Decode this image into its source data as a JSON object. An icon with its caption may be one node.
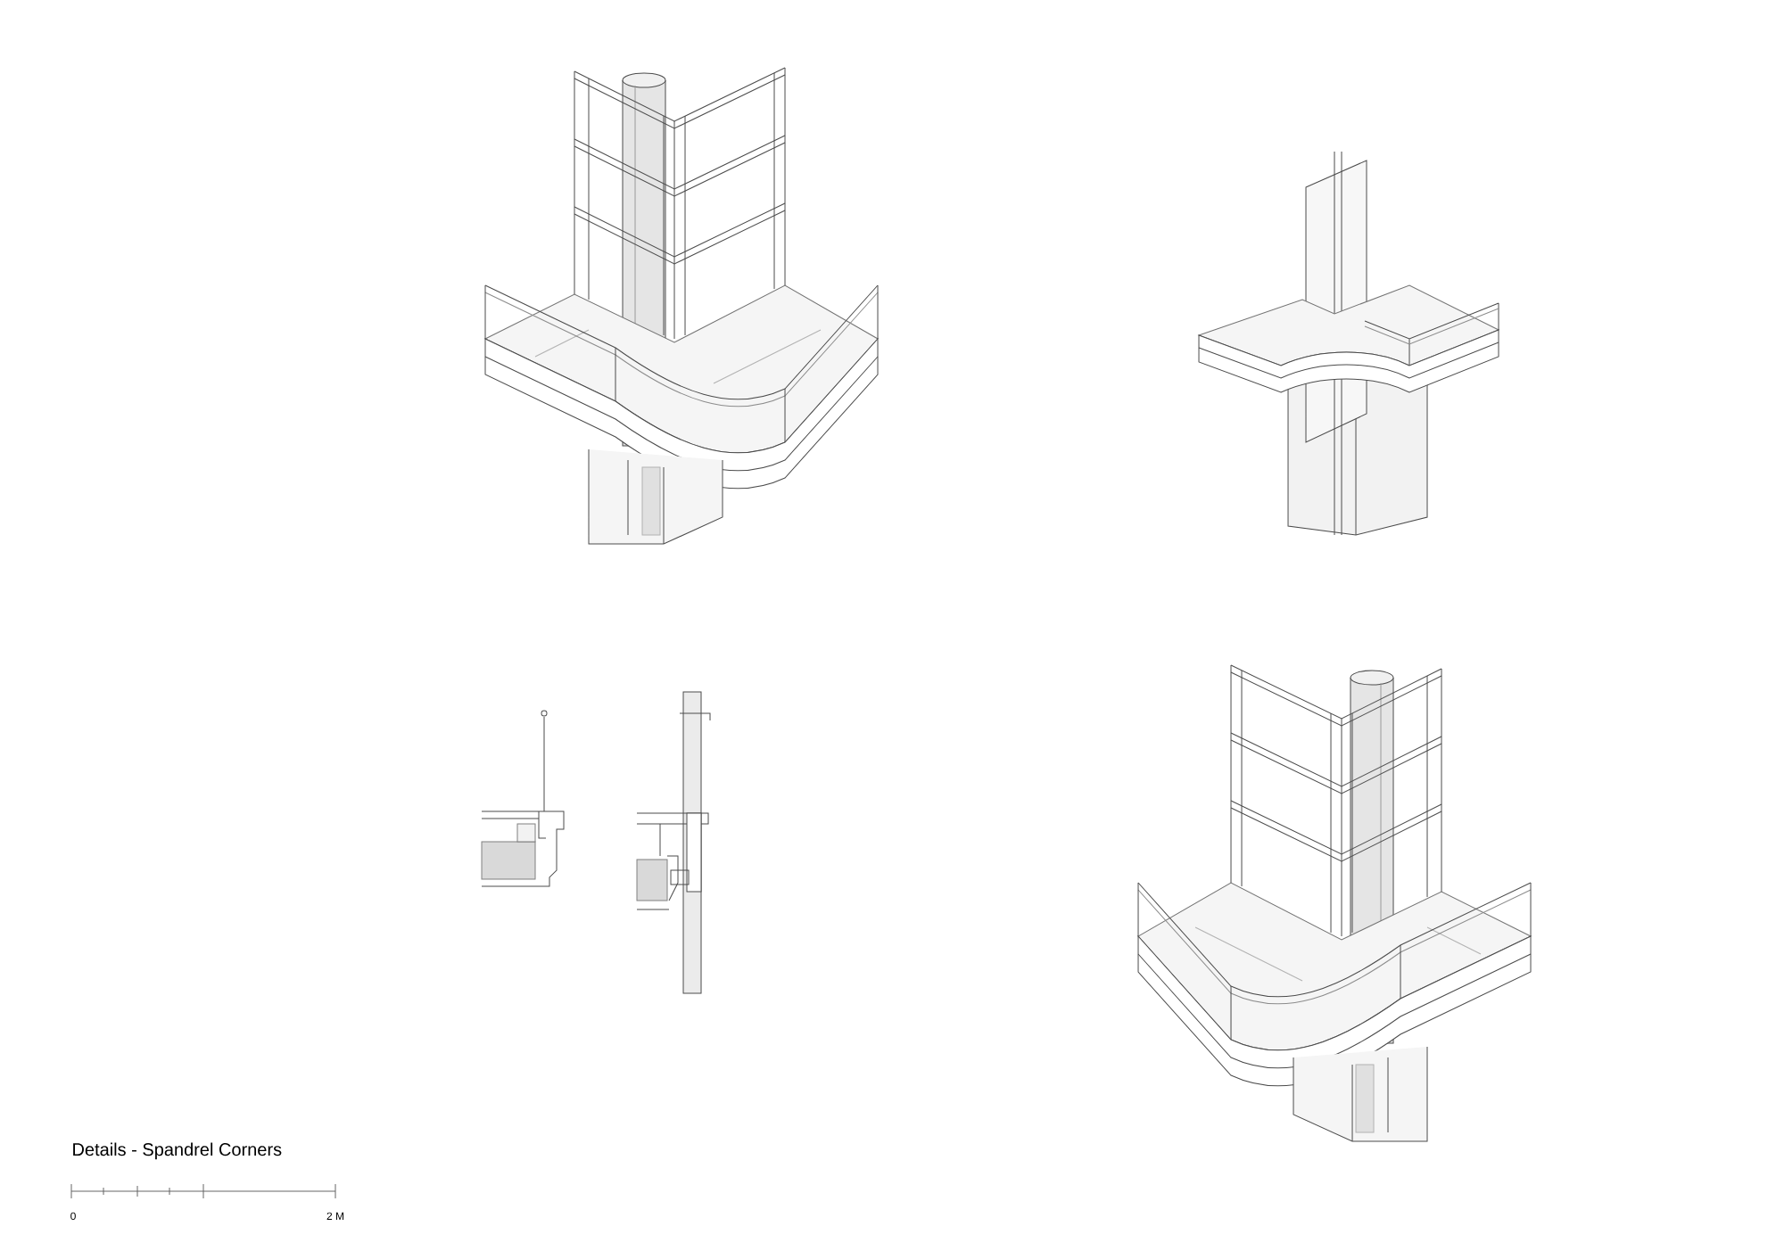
{
  "diagram": {
    "title": "Details - Spandrel Corners",
    "labels": [
      "0",
      "2 M"
    ]
  }
}
